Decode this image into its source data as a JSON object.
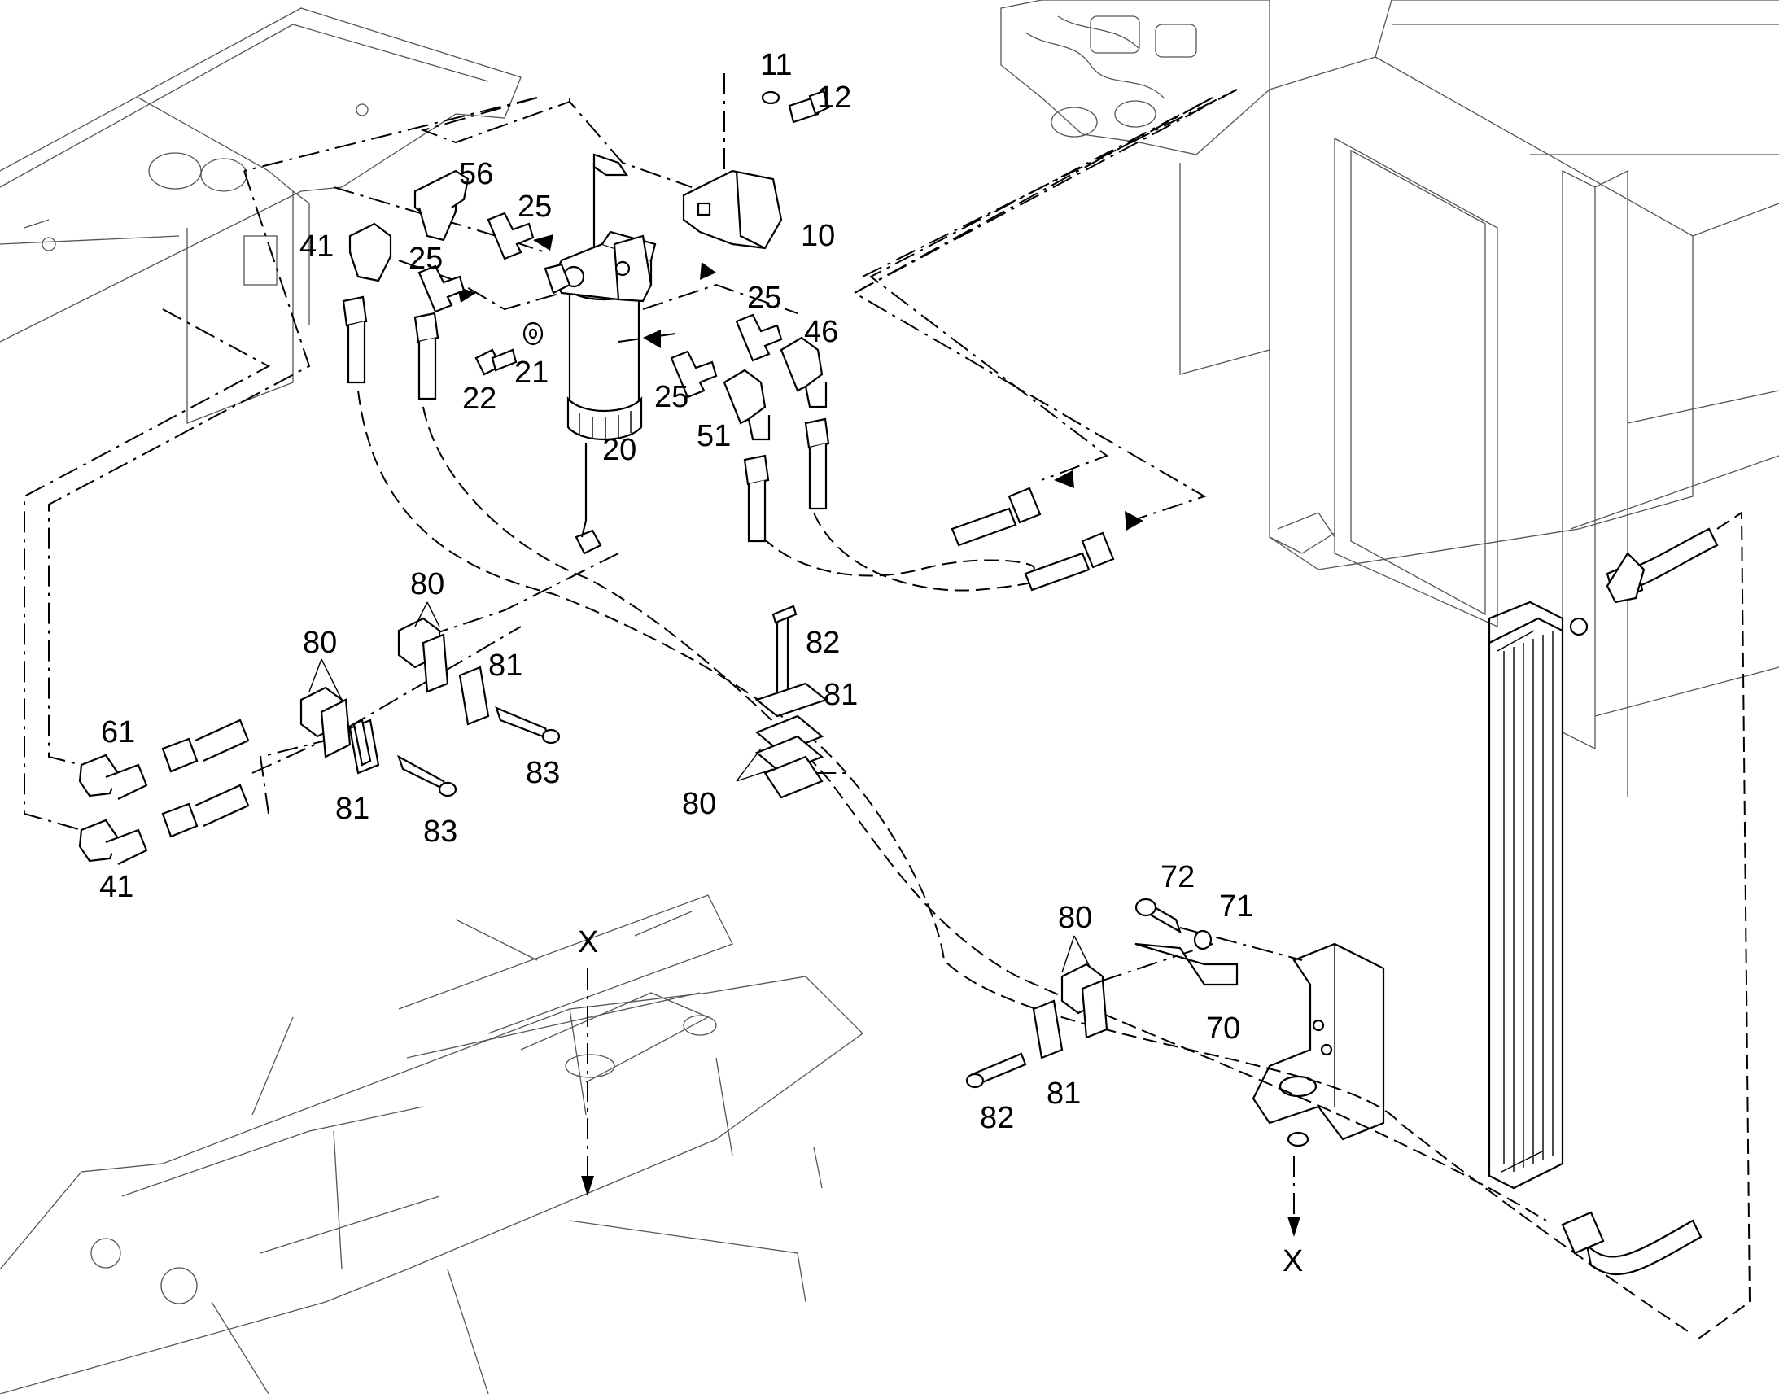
{
  "labels": {
    "l10": "10",
    "l11": "11",
    "l12": "12",
    "l20": "20",
    "l21": "21",
    "l22": "22",
    "l25a": "25",
    "l25b": "25",
    "l25c": "25",
    "l25d": "25",
    "l41a": "41",
    "l41b": "41",
    "l46": "46",
    "l51": "51",
    "l56": "56",
    "l61": "61",
    "l70": "70",
    "l71": "71",
    "l72": "72",
    "l80a": "80",
    "l80b": "80",
    "l80c": "80",
    "l80d": "80",
    "l81a": "81",
    "l81b": "81",
    "l81c": "81",
    "l81d": "81",
    "l82a": "82",
    "l82b": "82",
    "l83a": "83",
    "l83b": "83",
    "xTop": "X",
    "xBottom": "X"
  }
}
